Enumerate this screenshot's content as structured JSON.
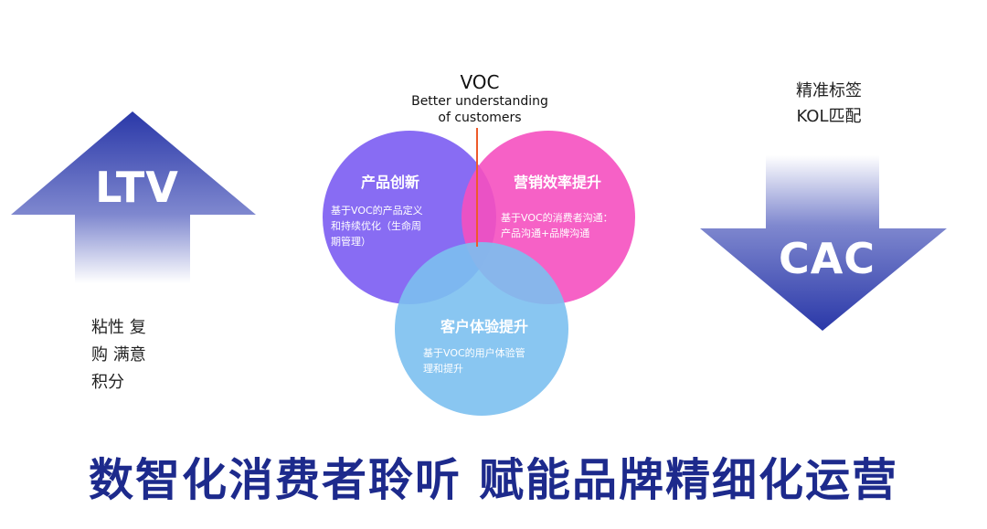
{
  "voc": {
    "title": "VOC",
    "subtitle_line1": "Better understanding",
    "subtitle_line2": "of customers"
  },
  "circles": [
    {
      "title": "产品创新",
      "desc_lines": [
        "基于VOC的产品定义",
        "和持续优化（生命周",
        "期管理）"
      ],
      "color": "#7b5cf2"
    },
    {
      "title": "营销效率提升",
      "desc_lines": [
        "基于VOC的消费者沟通：",
        "产品沟通+品牌沟通"
      ],
      "color": "#f550c0"
    },
    {
      "title": "客户体验提升",
      "desc_lines": [
        "基于VOC的用户体验管",
        "理和提升"
      ],
      "color": "#7cc0f0"
    }
  ],
  "ltv": {
    "label": "LTV",
    "notes": [
      "粘性 复",
      "购 满意",
      "积分"
    ],
    "color": "#2a38a8"
  },
  "cac": {
    "label": "CAC",
    "notes": [
      "精准标签",
      "KOL匹配"
    ],
    "color": "#2a38a8"
  },
  "footer": {
    "text": "数智化消费者聆听  赋能品牌精细化运营",
    "color": "#1d2a8c"
  },
  "accent_line_color": "#ee5a2a"
}
